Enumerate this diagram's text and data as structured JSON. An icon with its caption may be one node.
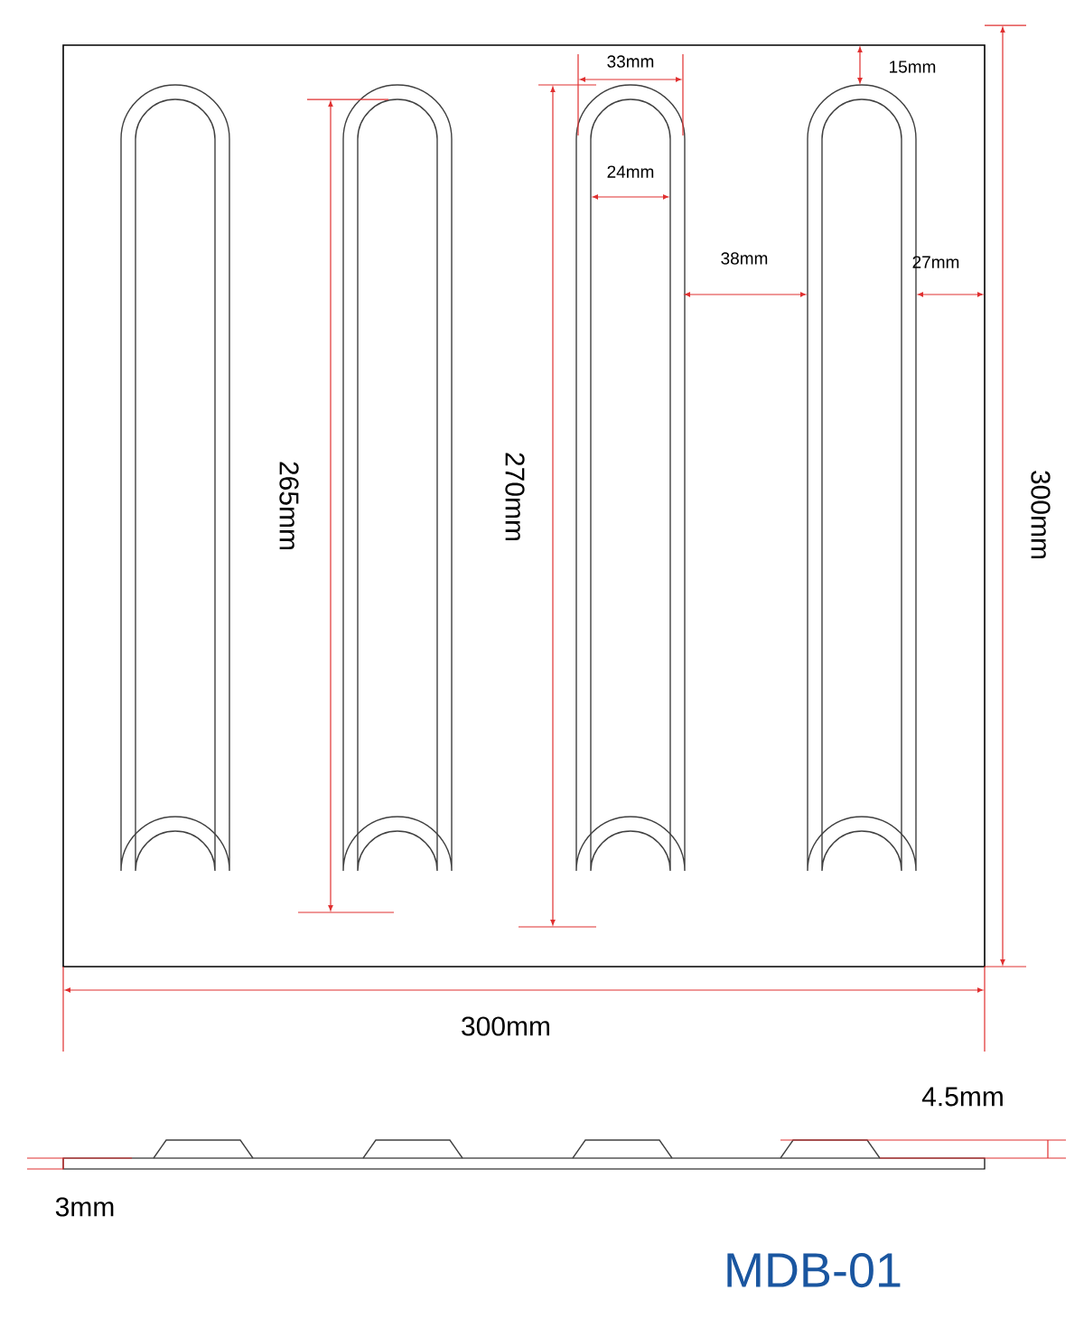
{
  "diagram": {
    "labels": [
      "33mm",
      "15mm",
      "24mm",
      "38mm",
      "27mm",
      "265mm",
      "270mm",
      "300mm",
      "300mm",
      "4.5mm",
      "3mm",
      "MDB-01"
    ]
  }
}
